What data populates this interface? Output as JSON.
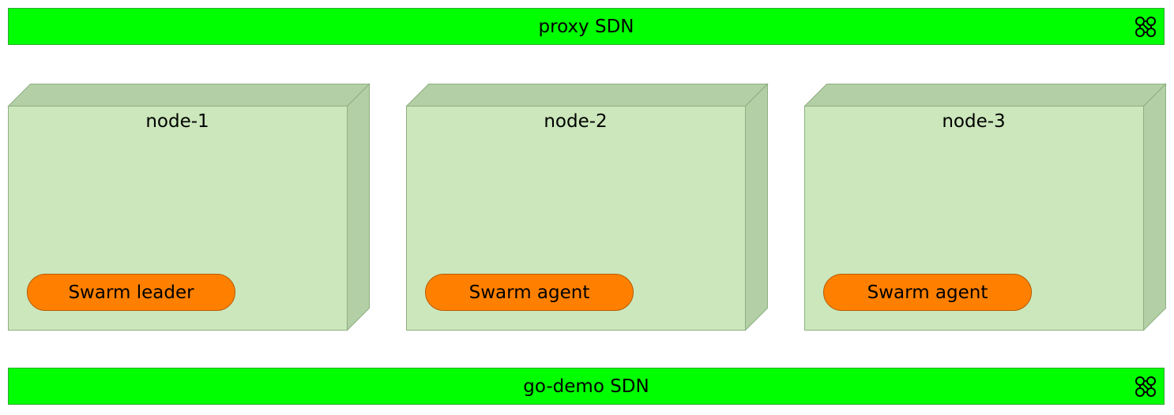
{
  "colors": {
    "network_fill": "#00ff00",
    "node_front": "#cbe7bb",
    "node_side": "#b3cfa5",
    "node_border": "#8fae82",
    "service_fill": "#ff8000"
  },
  "networks": {
    "top": {
      "label": "proxy SDN",
      "icon": "network-topology-icon"
    },
    "bottom": {
      "label": "go-demo SDN",
      "icon": "network-topology-icon"
    }
  },
  "nodes": [
    {
      "label": "node-1",
      "service": "Swarm leader"
    },
    {
      "label": "node-2",
      "service": "Swarm agent"
    },
    {
      "label": "node-3",
      "service": "Swarm agent"
    }
  ]
}
